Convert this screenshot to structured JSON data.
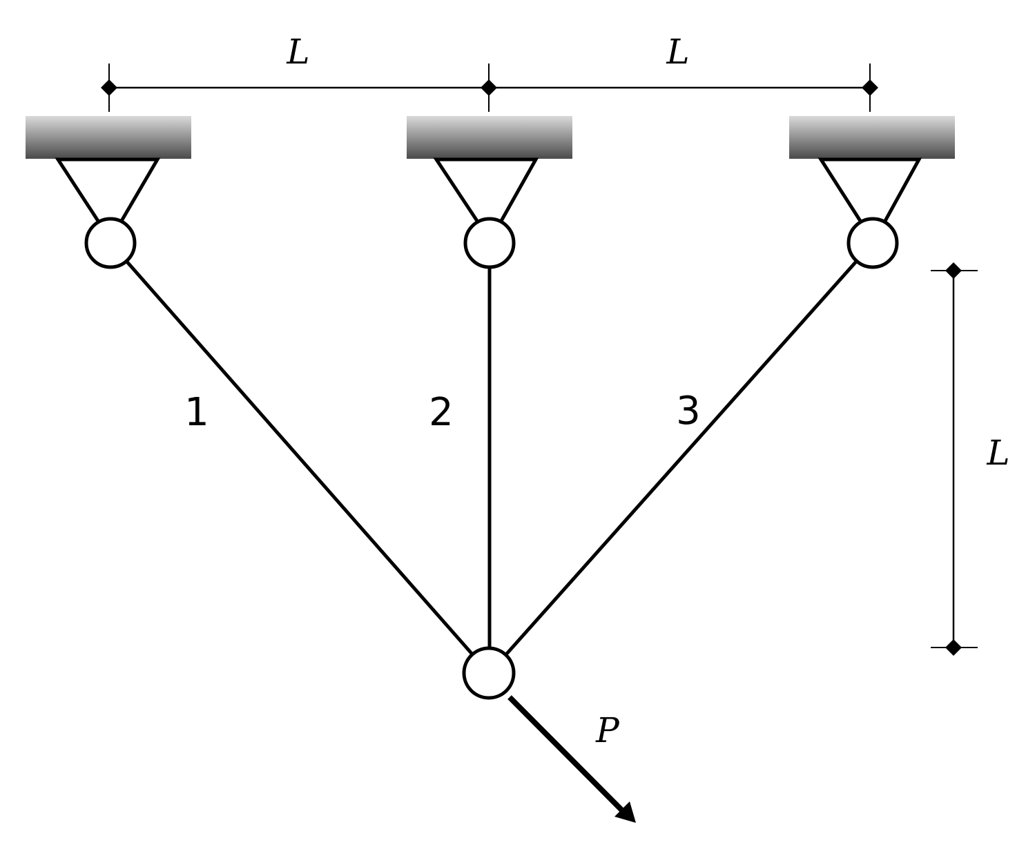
{
  "labels": {
    "top_span_left": "L",
    "top_span_right": "L",
    "vertical_span": "L",
    "load": "P",
    "member_1": "1",
    "member_2": "2",
    "member_3": "3"
  },
  "colors": {
    "line": "#000000",
    "ceiling_light": "#d9d9d9",
    "ceiling_dark": "#4d4d4d",
    "pin_fill": "#ffffff"
  }
}
